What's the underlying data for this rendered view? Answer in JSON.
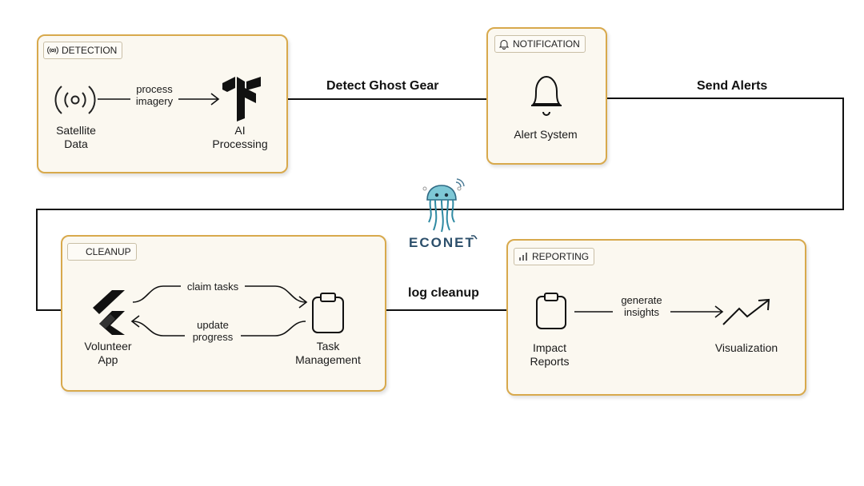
{
  "groups": {
    "detection": {
      "title": "DETECTION",
      "icon": "broadcast-icon"
    },
    "notification": {
      "title": "NOTIFICATION",
      "icon": "bell-icon"
    },
    "cleanup": {
      "title": "CLEANUP",
      "icon": ""
    },
    "reporting": {
      "title": "REPORTING",
      "icon": "bar-chart-icon"
    }
  },
  "nodes": {
    "satellite": {
      "label": "Satellite\nData",
      "icon": "satellite-signal-icon"
    },
    "ai": {
      "label": "AI\nProcessing",
      "icon": "tensorflow-logo-icon"
    },
    "alert": {
      "label": "Alert System",
      "icon": "bell-icon"
    },
    "volunteer": {
      "label": "Volunteer\nApp",
      "icon": "flutter-logo-icon"
    },
    "task": {
      "label": "Task\nManagement",
      "icon": "clipboard-icon"
    },
    "impact": {
      "label": "Impact\nReports",
      "icon": "clipboard-icon"
    },
    "visualization": {
      "label": "Visualization",
      "icon": "trend-up-icon"
    }
  },
  "edges": {
    "process_imagery": "process\nimagery",
    "claim_tasks": "claim tasks",
    "update_progress": "update\nprogress",
    "generate_insights": "generate\ninsights"
  },
  "flows": {
    "detect": "Detect Ghost Gear",
    "alerts": "Send Alerts",
    "log": "log cleanup"
  },
  "logo": {
    "text": "ECONET",
    "icon": "jellyfish-mascot-icon"
  },
  "colors": {
    "group_border": "#d8a94c",
    "group_fill": "#fbf8f0",
    "logo_blue": "#2c4f6b",
    "mascot": "#7ec8d6"
  }
}
